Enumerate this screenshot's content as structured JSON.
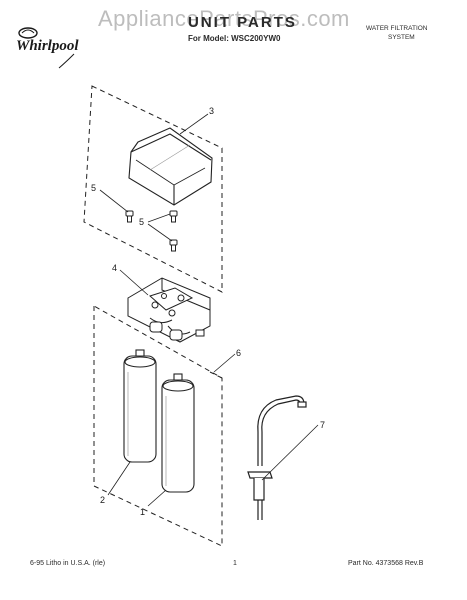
{
  "watermark": "AppliancePartsPros.com",
  "brand": "Whirlpool",
  "header": {
    "title": "UNIT PARTS",
    "model": "For Model: WSC200YW0",
    "category_line1": "WATER FILTRATION",
    "category_line2": "SYSTEM"
  },
  "callouts": {
    "c1": "1",
    "c2": "2",
    "c3": "3",
    "c4": "4",
    "c5a": "5",
    "c5b": "5",
    "c6": "6",
    "c7": "7"
  },
  "footer": {
    "left": "6-95 Litho in U.S.A. (rle)",
    "center": "1",
    "right": "Part No. 4373568 Rev.B"
  }
}
